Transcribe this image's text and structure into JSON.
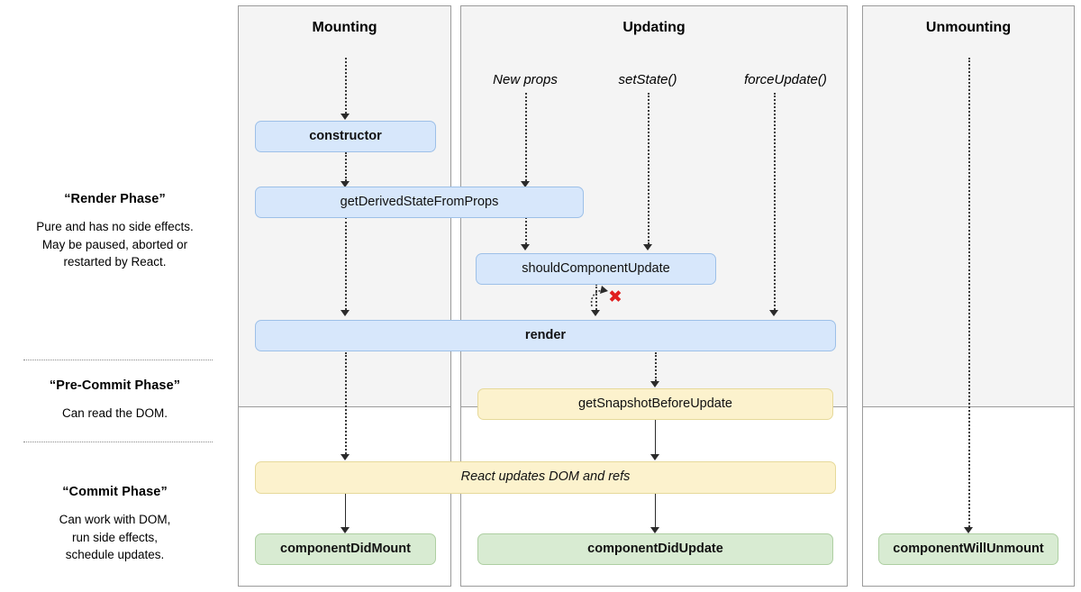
{
  "legend": {
    "phases": [
      {
        "id": "render-phase",
        "title": "“Render Phase”",
        "body": "Pure and has no side effects.\nMay be paused, aborted or\nrestarted by React."
      },
      {
        "id": "pre-commit-phase",
        "title": "“Pre-Commit Phase”",
        "body": "Can read the DOM."
      },
      {
        "id": "commit-phase",
        "title": "“Commit Phase”",
        "body": "Can work with DOM,\nrun side effects,\nschedule updates."
      }
    ]
  },
  "columns": [
    {
      "id": "mounting",
      "title": "Mounting"
    },
    {
      "id": "updating",
      "title": "Updating"
    },
    {
      "id": "unmounting",
      "title": "Unmounting"
    }
  ],
  "triggers": [
    {
      "id": "new-props",
      "label": "New props"
    },
    {
      "id": "set-state",
      "label": "setState()"
    },
    {
      "id": "force-update",
      "label": "forceUpdate()"
    }
  ],
  "nodes": [
    {
      "id": "constructor",
      "label": "constructor",
      "color": "blue",
      "bold": true,
      "italic": false
    },
    {
      "id": "get-derived-state",
      "label": "getDerivedStateFromProps",
      "color": "blue",
      "bold": false,
      "italic": false
    },
    {
      "id": "should-component-update",
      "label": "shouldComponentUpdate",
      "color": "blue",
      "bold": false,
      "italic": false
    },
    {
      "id": "render",
      "label": "render",
      "color": "blue",
      "bold": true,
      "italic": false
    },
    {
      "id": "get-snapshot",
      "label": "getSnapshotBeforeUpdate",
      "color": "yellow",
      "bold": false,
      "italic": false
    },
    {
      "id": "react-updates-dom",
      "label": "React updates DOM and refs",
      "color": "yellow",
      "bold": false,
      "italic": true
    },
    {
      "id": "component-did-mount",
      "label": "componentDidMount",
      "color": "green",
      "bold": true,
      "italic": false
    },
    {
      "id": "component-did-update",
      "label": "componentDidUpdate",
      "color": "green",
      "bold": true,
      "italic": false
    },
    {
      "id": "component-will-unmount",
      "label": "componentWillUnmount",
      "color": "green",
      "bold": true,
      "italic": false
    }
  ],
  "annotations": {
    "skip_render_marker": "✖"
  },
  "colors": {
    "render_phase_bg": "#f4f4f4",
    "commit_phase_bg": "#ffffff",
    "node_blue": "#d7e7fb",
    "node_yellow": "#fcf2cd",
    "node_green": "#d8ebd2",
    "border": "#9b9b9b",
    "marker_red": "#e02020"
  }
}
